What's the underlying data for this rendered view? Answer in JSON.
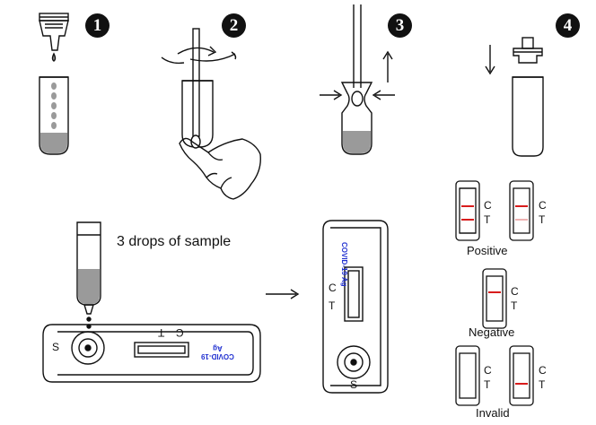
{
  "steps": [
    {
      "number": "1"
    },
    {
      "number": "2"
    },
    {
      "number": "3"
    },
    {
      "number": "4"
    }
  ],
  "sample_caption": "3 drops of sample",
  "cassette": {
    "brand_line1": "COVID-19",
    "brand_line2": "Ag",
    "label_c": "C",
    "label_t": "T",
    "label_s": "S"
  },
  "results": {
    "positive": "Positive",
    "negative": "Negative",
    "invalid": "Invalid",
    "label_c": "C",
    "label_t": "T"
  },
  "colors": {
    "line": "#111111",
    "shade": "#9a9a9a",
    "brand_text": "#1f2fd0",
    "result_line": "#d81c1c"
  }
}
